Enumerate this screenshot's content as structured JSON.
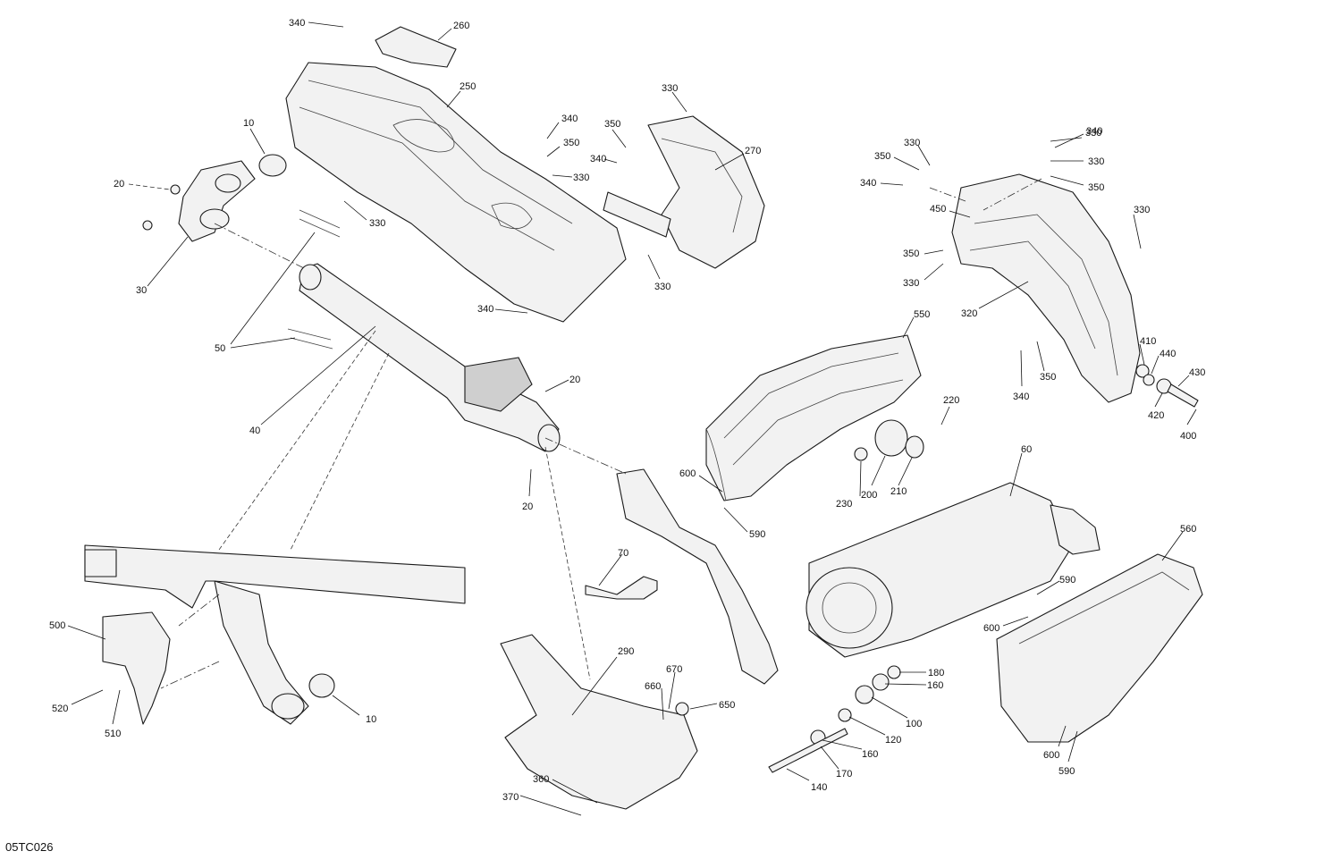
{
  "figure": {
    "code": "05TC026",
    "callouts": [
      "340",
      "260",
      "250",
      "10",
      "20",
      "30",
      "330",
      "50",
      "40",
      "20",
      "20",
      "340",
      "350",
      "330",
      "350",
      "340",
      "330",
      "330",
      "270",
      "340",
      "330",
      "330",
      "350",
      "340",
      "450",
      "350",
      "330",
      "330",
      "330",
      "350",
      "340",
      "320",
      "550",
      "410",
      "440",
      "430",
      "420",
      "400",
      "340",
      "350",
      "220",
      "230",
      "200",
      "210",
      "60",
      "600",
      "590",
      "70",
      "560",
      "590",
      "600",
      "500",
      "520",
      "510",
      "10",
      "290",
      "670",
      "660",
      "650",
      "360",
      "370",
      "180",
      "160",
      "100",
      "120",
      "160",
      "170",
      "140",
      "600",
      "590"
    ]
  },
  "colors": {
    "line": "#1a1a1a",
    "fill": "#f2f2f2",
    "background": "#ffffff"
  }
}
